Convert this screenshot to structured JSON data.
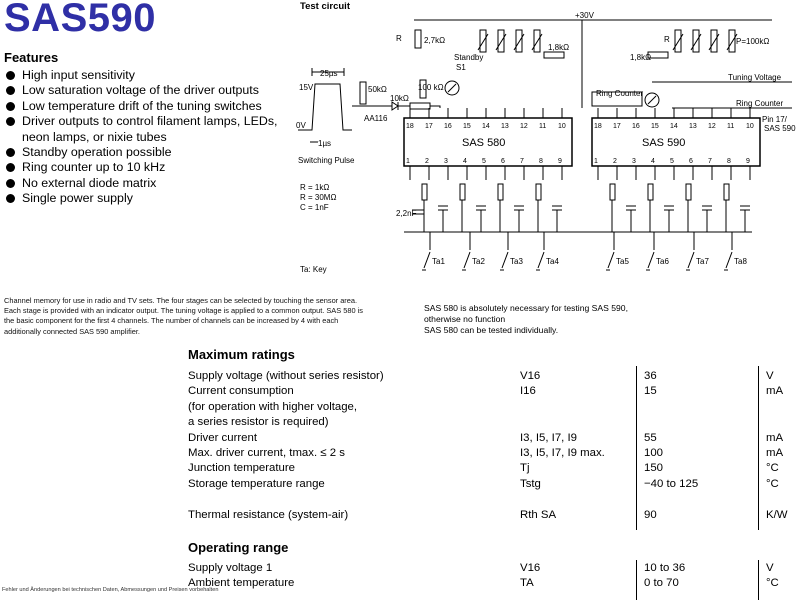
{
  "title": "SAS590",
  "features": {
    "heading": "Features",
    "items": [
      "High input sensitivity",
      "Low saturation voltage of the driver outputs",
      "Low temperature drift of the tuning switches",
      "Driver outputs to control filament lamps, LEDs,",
      "neon lamps, or nixie tubes",
      "Standby operation possible",
      "Ring counter up to 10 kHz",
      "No external diode matrix",
      "Single power supply"
    ]
  },
  "description": "Channel memory for use in radio and TV sets. The four stages can be selected by touching the sensor area. Each stage is provided with an indicator output. The tuning voltage is applied to a common output. SAS 580 is the basic component for the first 4 channels. The number of channels can be increased by 4 with each additionally connected SAS 590 amplifier.",
  "test_circuit": {
    "title": "Test circuit",
    "supply": "+30V",
    "pulse_width": "25µs",
    "pulse_v_high": "15V",
    "pulse_v_low": "0V",
    "pulse_rise": "1µs",
    "switching_pulse": "Switching Pulse",
    "r50k": "50kΩ",
    "r10k": "10kΩ",
    "diode": "AA116",
    "rc": "R",
    "r27k": "2,7kΩ",
    "standby": "Standby",
    "s1": "S1",
    "r100k": "100 kΩ",
    "r18k_a": "1,8kΩ",
    "r18k_b": "1,8kΩ",
    "rt": "R",
    "p100k": "P=100kΩ",
    "tuning_voltage": "Tuning Voltage",
    "ring_counter_a": "Ring Counter",
    "ring_counter_b": "Ring Counter",
    "pin17": "Pin 17/",
    "sas590_ref": "SAS 590",
    "chip_a": "SAS 580",
    "chip_b": "SAS 590",
    "rs_val": "R = 1kΩ",
    "re_val": "R = 30MΩ",
    "c_val": "C = 1nF",
    "cap": "2,2nF",
    "ta_key": "Ta: Key",
    "keys": [
      "Ta1",
      "Ta2",
      "Ta3",
      "Ta4",
      "Ta5",
      "Ta6",
      "Ta7",
      "Ta8"
    ],
    "pins_top_a": [
      "18",
      "17",
      "16",
      "15",
      "14",
      "13",
      "12",
      "11",
      "10"
    ],
    "pins_top_b": [
      "18",
      "17",
      "16",
      "15",
      "14",
      "13",
      "12",
      "11",
      "10"
    ],
    "pins_bot_a": [
      "1",
      "2",
      "3",
      "4",
      "5",
      "6",
      "7",
      "8",
      "9"
    ],
    "pins_bot_b": [
      "1",
      "2",
      "3",
      "4",
      "5",
      "6",
      "7",
      "8",
      "9"
    ]
  },
  "note": [
    "SAS 580 is absolutely necessary for testing SAS 590,",
    "otherwise no function",
    "SAS 580 can be tested individually."
  ],
  "max_ratings": {
    "heading": "Maximum ratings",
    "rows": [
      {
        "param": "Supply voltage (without series resistor)",
        "symbol": "V16",
        "value": "36",
        "unit": "V"
      },
      {
        "param": "Current consumption",
        "symbol": "I16",
        "value": "15",
        "unit": "mA"
      },
      {
        "param": "(for operation with higher voltage,",
        "symbol": "",
        "value": "",
        "unit": ""
      },
      {
        "param": "a series resistor is required)",
        "symbol": "",
        "value": "",
        "unit": ""
      },
      {
        "param": "Driver current",
        "symbol": "I3, I5, I7, I9",
        "value": "55",
        "unit": "mA"
      },
      {
        "param": "Max. driver current, tmax. ≤ 2 s",
        "symbol": "I3, I5, I7, I9 max.",
        "value": "100",
        "unit": "mA"
      },
      {
        "param": "Junction temperature",
        "symbol": "Tj",
        "value": "150",
        "unit": "°C"
      },
      {
        "param": "Storage temperature range",
        "symbol": "Tstg",
        "value": "−40 to 125",
        "unit": "°C"
      },
      {
        "param": "Thermal resistance (system-air)",
        "symbol": "Rth SA",
        "value": "90",
        "unit": "K/W"
      }
    ]
  },
  "operating_range": {
    "heading": "Operating range",
    "rows": [
      {
        "param": "Supply voltage 1",
        "symbol": "V16",
        "value": "10 to 36",
        "unit": "V"
      },
      {
        "param": "Ambient temperature",
        "symbol": "TA",
        "value": "0 to 70",
        "unit": "°C"
      }
    ]
  },
  "footer": "Fehler und Änderungen bei technischen Daten, Abmessungen und Preisen vorbehalten"
}
